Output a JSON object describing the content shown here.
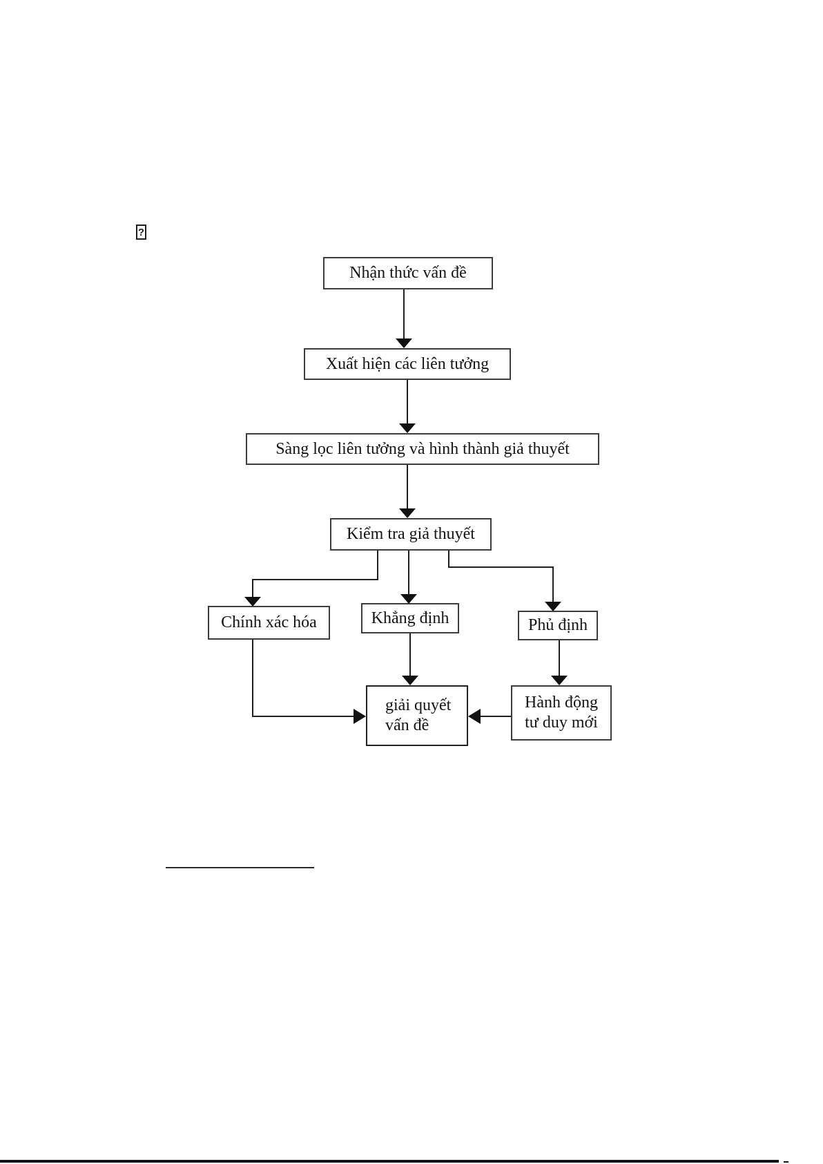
{
  "page": {
    "background": "#ffffff",
    "stray_glyph": "?",
    "line_color": "#1f1f1f",
    "box_border_color": "#3d3d3d",
    "text_color": "#141414"
  },
  "flowchart": {
    "type": "flowchart",
    "nodes": [
      {
        "id": "nhan-thuc-van-de",
        "label": "Nhận thức vấn đề"
      },
      {
        "id": "xuat-hien-lien-tuong",
        "label": "Xuất hiện các liên tưởng"
      },
      {
        "id": "sang-loc-lien-tuong",
        "label": "Sàng lọc liên tưởng và hình thành giả thuyết"
      },
      {
        "id": "kiem-tra-gia-thuyet",
        "label": "Kiểm tra giả thuyết"
      },
      {
        "id": "chinh-xac-hoa",
        "label": "Chính xác hóa"
      },
      {
        "id": "khang-dinh",
        "label": "Khẳng định"
      },
      {
        "id": "phu-dinh",
        "label": "Phủ định"
      },
      {
        "id": "giai-quyet-van-de",
        "label": "giải quyết vấn đề",
        "lines": [
          "giải quyết",
          "vấn đề"
        ]
      },
      {
        "id": "hanh-dong-tu-duy-moi",
        "label": "Hành động tư duy mới",
        "lines": [
          "Hành động",
          "tư duy mới"
        ]
      }
    ],
    "edges": [
      {
        "from": "Nhận thức vấn đề",
        "to": "Xuất hiện các liên tưởng"
      },
      {
        "from": "Xuất hiện các liên tưởng",
        "to": "Sàng lọc liên tưởng và hình thành giả thuyết"
      },
      {
        "from": "Sàng lọc liên tưởng và hình thành giả thuyết",
        "to": "Kiểm tra giả thuyết"
      },
      {
        "from": "Kiểm tra giả thuyết",
        "to": "Chính xác hóa"
      },
      {
        "from": "Kiểm tra giả thuyết",
        "to": "Khẳng định"
      },
      {
        "from": "Kiểm tra giả thuyết",
        "to": "Phủ định"
      },
      {
        "from": "Chính xác hóa",
        "to": "giải quyết vấn đề"
      },
      {
        "from": "Khẳng định",
        "to": "giải quyết vấn đề"
      },
      {
        "from": "Phủ định",
        "to": "Hành động tư duy mới"
      },
      {
        "from": "Hành động tư duy mới",
        "to": "giải quyết vấn đề"
      }
    ]
  }
}
